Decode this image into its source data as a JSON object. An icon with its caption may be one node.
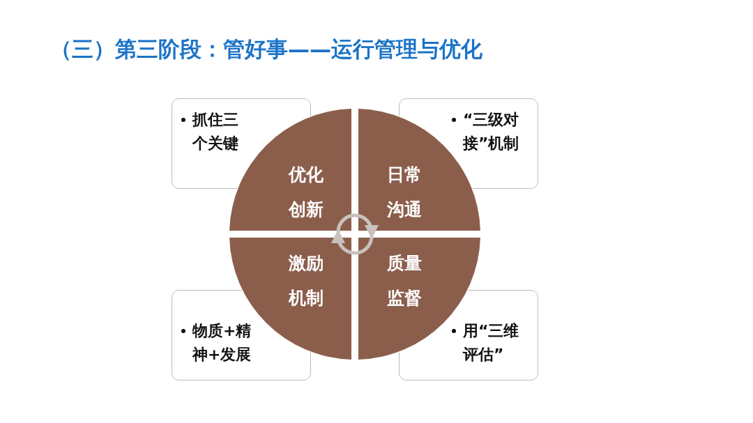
{
  "diagram": {
    "title": "（三）第三阶段：管好事——运行管理与优化",
    "nodes": [
      {
        "text": [
          "抓住三个关键"
        ]
      },
      {
        "text": [
          "“三级对接”机制"
        ]
      },
      {
        "text": [
          "优化创新"
        ]
      },
      {
        "text": [
          "日常沟通"
        ]
      },
      {
        "text": [
          "激励机制"
        ]
      },
      {
        "text": [
          "质量监督"
        ]
      },
      {
        "text": [
          "物质+精神+发展"
        ]
      },
      {
        "text": [
          "用“三维评估”"
        ]
      }
    ],
    "edges": [
      {
        "from": 2,
        "to": 3,
        "arrow": "to"
      },
      {
        "from": 5,
        "to": 4,
        "arrow": "to"
      }
    ]
  }
}
